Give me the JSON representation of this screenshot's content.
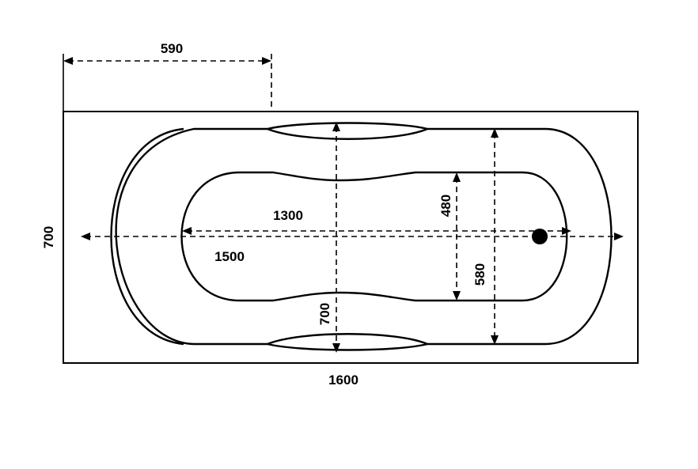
{
  "dimensions": {
    "width_590": "590",
    "length_1300": "1300",
    "length_1500": "1500",
    "height_480": "480",
    "height_580": "580",
    "height_700_inner": "700",
    "height_700_outer": "700",
    "length_1600": "1600"
  },
  "colors": {
    "stroke": "#000000",
    "background": "#ffffff"
  }
}
